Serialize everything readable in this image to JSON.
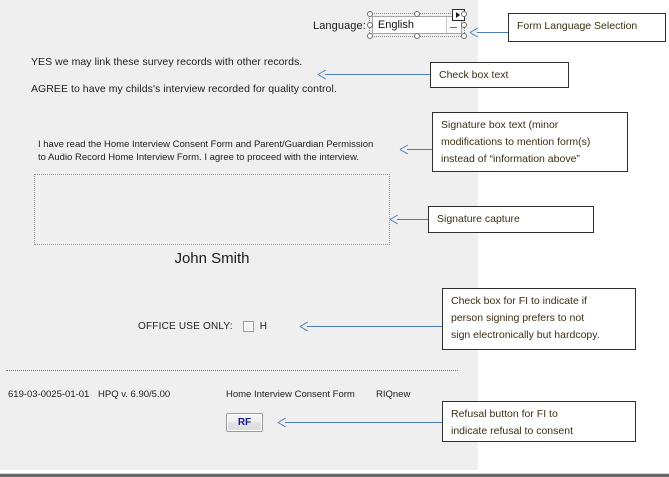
{
  "form": {
    "language": {
      "label": "Language:",
      "value": "English",
      "expand_icon": "expand-triangle-icon"
    },
    "statements": [
      "YES we may link these survey records with other records.",
      "AGREE to have my childs's interview recorded for quality control."
    ],
    "consent_text": {
      "line1": "I have read the Home Interview Consent Form and Parent/Guardian Permission",
      "line2": "to Audio Record Home Interview Form.  I agree to proceed with the interview."
    },
    "signature": {
      "signer_name": "John Smith"
    },
    "office_use": {
      "label": "OFFICE USE ONLY:",
      "checkbox_checked": false,
      "suffix": "H"
    },
    "footer": {
      "id": "619-03-0025-01-01",
      "version": "HPQ v. 6.90/5.00",
      "title": "Home Interview Consent Form",
      "instrument": "RIQnew",
      "refusal_button": "RF"
    }
  },
  "annotations": {
    "language": {
      "line1": "Form Language Selection"
    },
    "checkbox": {
      "line1": "Check box text"
    },
    "signature_text": {
      "line1": "Signature box text (minor",
      "line2": "modifications to mention form(s)",
      "line3": "instead of “information above”"
    },
    "signature_capture": {
      "line1": "Signature capture"
    },
    "fi_checkbox": {
      "line1": "Check box for FI to indicate if",
      "line2": "person signing prefers to not",
      "line3": "sign electronically but hardcopy."
    },
    "refusal": {
      "line1": "Refusal button for FI to",
      "line2": "indicate refusal to consent"
    }
  },
  "colors": {
    "panel_background": "#efefef",
    "page_background": "#ffffff",
    "arrow": "#4a7ebb",
    "callout_border": "#2f2f2f",
    "callout_text": "#3b2f13",
    "rf_button_text": "#15158f"
  }
}
